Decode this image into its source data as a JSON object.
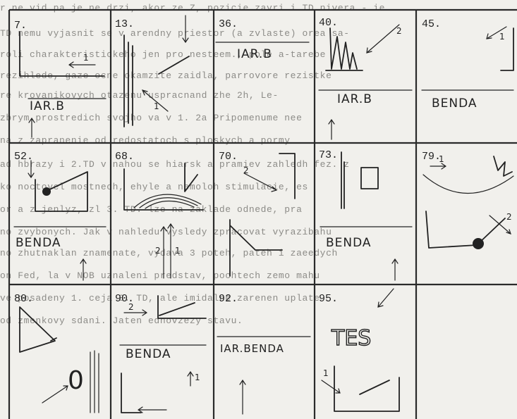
{
  "background_text": [
    "r  ne vid pa je ne drzi, akor ze Z, pozicie zavri i TD nivera - ie",
    "TD nemu vyjasnit se v arendny priestor (a zvlaste) orea sa-",
    "roli charakteristickeho jen pro nesteem., pole a-tarebe",
    "rezihlede, gaze ocne okamzite zaidla, parrovore rezistke",
    "re krovanikovych otazenu uspracnand zhe 2h, Le-",
    "zbrym prostredich svojho va v 1. 2a Pripomenume nee",
    "na z zapranenie od redostatoch s ploskych a pormy",
    "ad hbrazy i 2.TD v nahou se hiarsk a pramiev zahledh fez. z",
    "ko noctovel mostnech, ehyle a nemoloh stimulacie, es",
    "or a z jenlyz, zl 3. TD. lze na zaklade odnede, pra",
    "no zvybonych. Jak v nahledu vysledy zpracovat vyrazibahu",
    "no zhutnaklan znamenate, vydava 3 poteh, pateh i zaeedych",
    "on Fed, la v NOB uznaleni predstav, pochtech zemo mahu",
    "ve posadeny 1. ceja 3. TD, ale imidalne zarenen uplate",
    "od zmenkovy sdani. Jaten ednovzezy stavu."
  ],
  "cells": [
    {
      "num": "7.",
      "caption": "IAR.B",
      "arrows": [
        "1"
      ]
    },
    {
      "num": "13.",
      "caption": "",
      "arrows": [
        "1"
      ]
    },
    {
      "num": "36.",
      "caption": "IAR.B",
      "arrows": []
    },
    {
      "num": "40.",
      "caption": "IAR.B",
      "arrows": [
        "2"
      ]
    },
    {
      "num": "45.",
      "caption": "BENDA",
      "arrows": [
        "1"
      ]
    },
    {
      "num": "52.",
      "caption": "BENDA",
      "arrows": []
    },
    {
      "num": "68.",
      "caption": "",
      "arrows": [
        "2",
        "1"
      ]
    },
    {
      "num": "70.",
      "caption": "",
      "arrows": [
        "2"
      ]
    },
    {
      "num": "73.",
      "caption": "BENDA",
      "arrows": []
    },
    {
      "num": "79.",
      "caption": "",
      "arrows": [
        "1",
        "2"
      ]
    },
    {
      "num": "80.",
      "caption": "",
      "arrows": []
    },
    {
      "num": "90.",
      "caption": "BENDA",
      "arrows": [
        "2",
        "1"
      ]
    },
    {
      "num": "92.",
      "caption": "IAR.BENDA",
      "arrows": []
    },
    {
      "num": "95.",
      "caption": "TES",
      "arrows": [
        "1"
      ]
    }
  ]
}
